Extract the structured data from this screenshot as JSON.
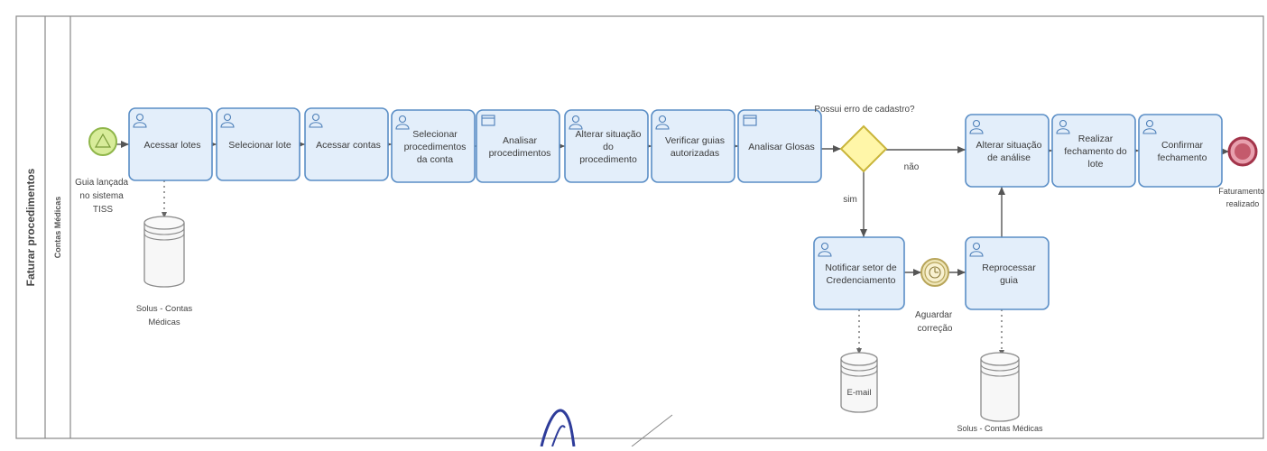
{
  "pool": {
    "label": "Faturar procedimentos"
  },
  "lane": {
    "label": "Contas Médicas"
  },
  "events": {
    "start": {
      "label_lines": [
        "Guia lançada",
        "no sistema",
        "TISS"
      ]
    },
    "intermediate": {
      "label_lines": [
        "Aguardar",
        "correção"
      ]
    },
    "end": {
      "label_lines": [
        "Faturamento",
        "realizado"
      ]
    }
  },
  "tasks": [
    {
      "id": "acessar_lotes",
      "icon": "user-icon",
      "lines": [
        "Acessar lotes"
      ]
    },
    {
      "id": "selecionar_lote",
      "icon": "user-icon",
      "lines": [
        "Selecionar lote"
      ]
    },
    {
      "id": "acessar_contas",
      "icon": "user-icon",
      "lines": [
        "Acessar contas"
      ]
    },
    {
      "id": "selecionar_procedimentos",
      "icon": "user-icon",
      "lines": [
        "Selecionar",
        "procedimentos",
        "da conta"
      ]
    },
    {
      "id": "analisar_procedimentos",
      "icon": "form-icon",
      "lines": [
        "Analisar",
        "procedimentos"
      ]
    },
    {
      "id": "alterar_situacao_procedimento",
      "icon": "user-icon",
      "lines": [
        "Alterar situação",
        "do",
        "procedimento"
      ]
    },
    {
      "id": "verificar_guias",
      "icon": "user-icon",
      "lines": [
        "Verificar guias",
        "autorizadas"
      ]
    },
    {
      "id": "analisar_glosas",
      "icon": "form-icon",
      "lines": [
        "Analisar Glosas"
      ]
    },
    {
      "id": "alterar_situacao_analise",
      "icon": "user-icon",
      "lines": [
        "Alterar situação",
        "de análise"
      ]
    },
    {
      "id": "realizar_fechamento",
      "icon": "user-icon",
      "lines": [
        "Realizar",
        "fechamento do",
        "lote"
      ]
    },
    {
      "id": "confirmar_fechamento",
      "icon": "user-icon",
      "lines": [
        "Confirmar",
        "fechamento"
      ]
    },
    {
      "id": "notificar_setor",
      "icon": "user-icon",
      "lines": [
        "Notificar setor de",
        "Credenciamento"
      ]
    },
    {
      "id": "reprocessar_guia",
      "icon": "user-icon",
      "lines": [
        "Reprocessar",
        "guia"
      ]
    }
  ],
  "gateway": {
    "question": "Possui erro de cadastro?",
    "yes_label": "sim",
    "no_label": "não"
  },
  "data_stores": [
    {
      "id": "solus_1",
      "label_lines": [
        "Solus - Contas",
        "Médicas"
      ]
    },
    {
      "id": "email",
      "label_lines": [
        "E-mail"
      ]
    },
    {
      "id": "solus_2",
      "label_lines": [
        "Solus - Contas Médicas"
      ]
    }
  ]
}
